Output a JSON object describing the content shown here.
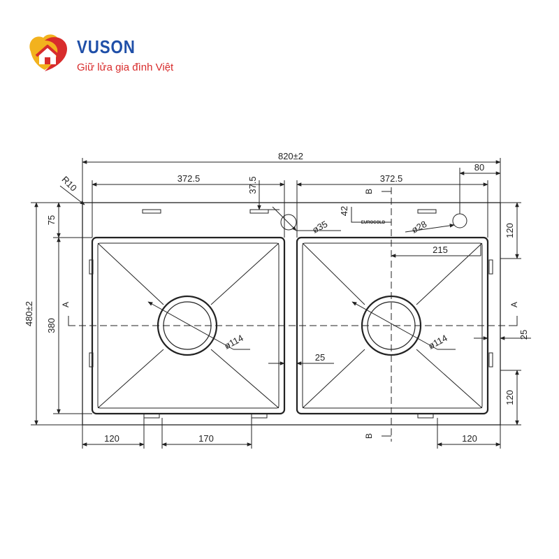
{
  "brand": {
    "name": "VUSON",
    "slogan": "Giữ lửa gia đình Việt",
    "colors": {
      "primary": "#1f4fa8",
      "accent": "#d82c2c",
      "warm": "#f2b21e"
    }
  },
  "drawing": {
    "overall_width": "820±2",
    "overall_height": "480±2",
    "left_bowl_width": "372.5",
    "right_bowl_width": "372.5",
    "back_margin": "37.5",
    "side_tap": "80",
    "corner_radius": "R10",
    "top_edge": "75",
    "bowl_depth": "380",
    "tap_offset": "42",
    "hole_35": "ø35",
    "hole_28": "ø28",
    "tap_to_center": "215",
    "right_top": "120",
    "right_bottom": "120",
    "drain_left": "ø114",
    "drain_right": "ø114",
    "divider": "25",
    "right_side": "25",
    "bottom_left": "120",
    "bottom_center": "170",
    "bottom_right": "120",
    "section_a": "A",
    "section_b": "B",
    "stamp": "EUROCOLD"
  }
}
